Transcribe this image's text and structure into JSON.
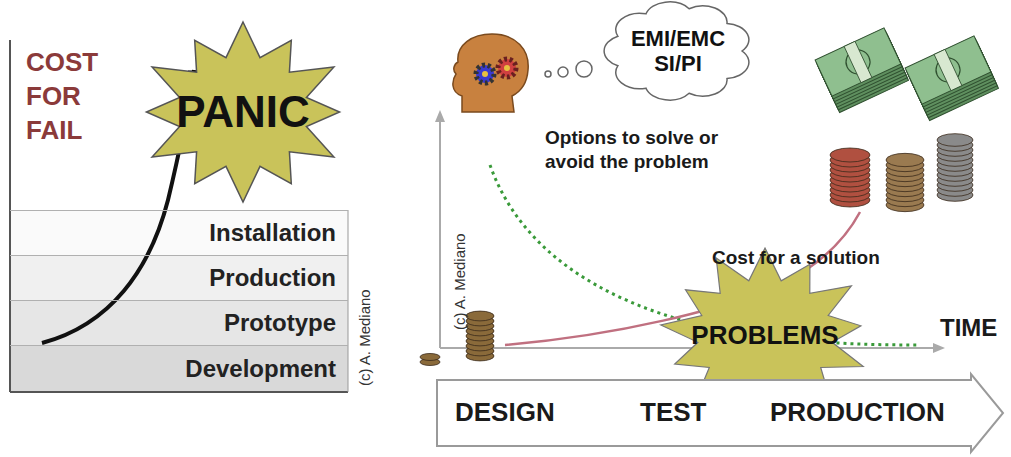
{
  "diagram": {
    "nodes": [
      {
        "text": [
          "PANIC"
        ]
      },
      {
        "text": [
          "Installation"
        ]
      },
      {
        "text": [
          "Production"
        ]
      },
      {
        "text": [
          "Prototype"
        ]
      },
      {
        "text": [
          "Development"
        ]
      },
      {
        "text": [
          "EMI/EMC SI/PI"
        ]
      },
      {
        "text": [
          "PROBLEMS"
        ]
      },
      {
        "text": [
          "DESIGN",
          "TEST",
          "PRODUCTION"
        ]
      }
    ],
    "labels": [
      "COST FOR FAIL",
      "(c) A. Mediano",
      "Options to solve or avoid the problem",
      "(c) A. Mediano",
      "Cost for a solution",
      "TIME"
    ]
  }
}
